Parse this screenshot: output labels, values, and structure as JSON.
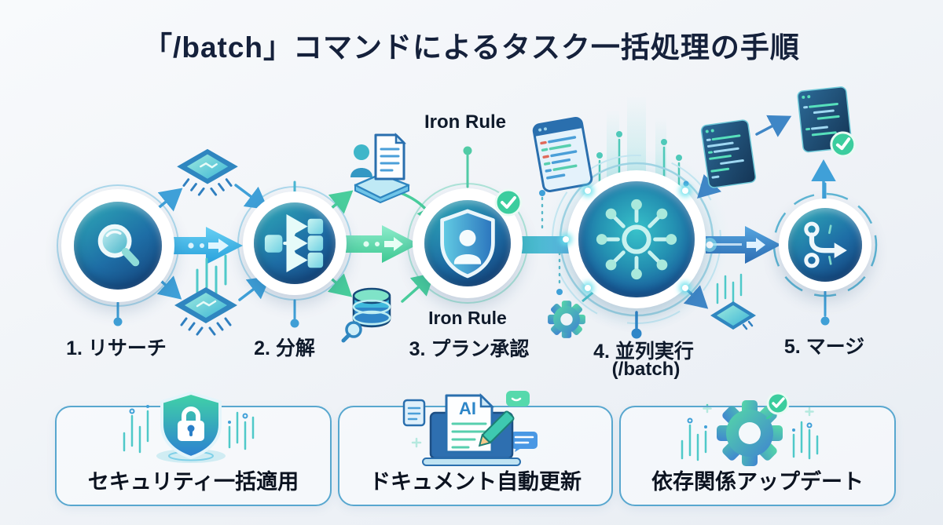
{
  "title": "「/batch」コマンドによるタスク一括処理の手順",
  "flow": {
    "steps": [
      {
        "label": "1. リサーチ"
      },
      {
        "label": "2. 分解"
      },
      {
        "label": "3. プラン承認"
      },
      {
        "label": "4. 並列実行",
        "sublabel": "(/batch)"
      },
      {
        "label": "5. マージ"
      }
    ],
    "iron_rule_top": "Iron Rule",
    "iron_rule_bottom": "Iron Rule"
  },
  "cards": [
    {
      "label": "セキュリティ一括適用"
    },
    {
      "label": "ドキュメント自動更新",
      "doc_badge": "AI"
    },
    {
      "label": "依存関係アップデート"
    }
  ],
  "colors": {
    "title_navy": "#15213b",
    "accent_teal": "#35c2c0",
    "accent_blue": "#2e9fdc",
    "accent_green": "#3ecf9b",
    "deep_blue": "#154a80",
    "card_border": "#58a7cf",
    "check_green": "#35c99e"
  }
}
